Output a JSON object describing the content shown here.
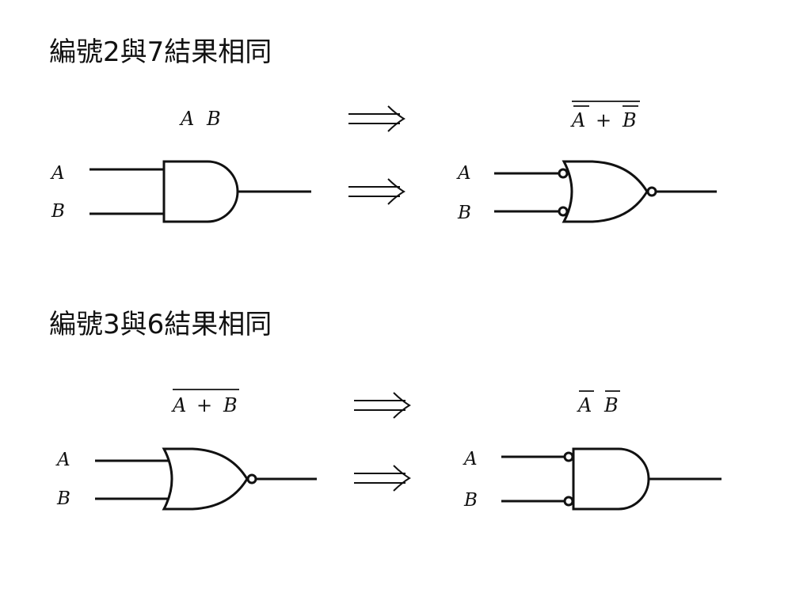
{
  "headings": {
    "first": "編號2與7結果相同",
    "second": "編號3與6結果相同"
  },
  "section1": {
    "left_expression": {
      "a": "A",
      "b": "B"
    },
    "right_expression": {
      "a": "A",
      "op": "+",
      "b": "B"
    },
    "left_gate": {
      "type": "AND",
      "inputs": [
        "A",
        "B"
      ]
    },
    "right_gate": {
      "type": "NOR with inverted inputs",
      "inputs": [
        "A",
        "B"
      ]
    }
  },
  "section2": {
    "left_expression": {
      "a": "A",
      "op": "+",
      "b": "B"
    },
    "right_expression": {
      "a": "A",
      "b": "B"
    },
    "left_gate": {
      "type": "NOR",
      "inputs": [
        "A",
        "B"
      ]
    },
    "right_gate": {
      "type": "AND with inverted inputs",
      "inputs": [
        "A",
        "B"
      ]
    }
  },
  "arrow_symbol": "implies"
}
